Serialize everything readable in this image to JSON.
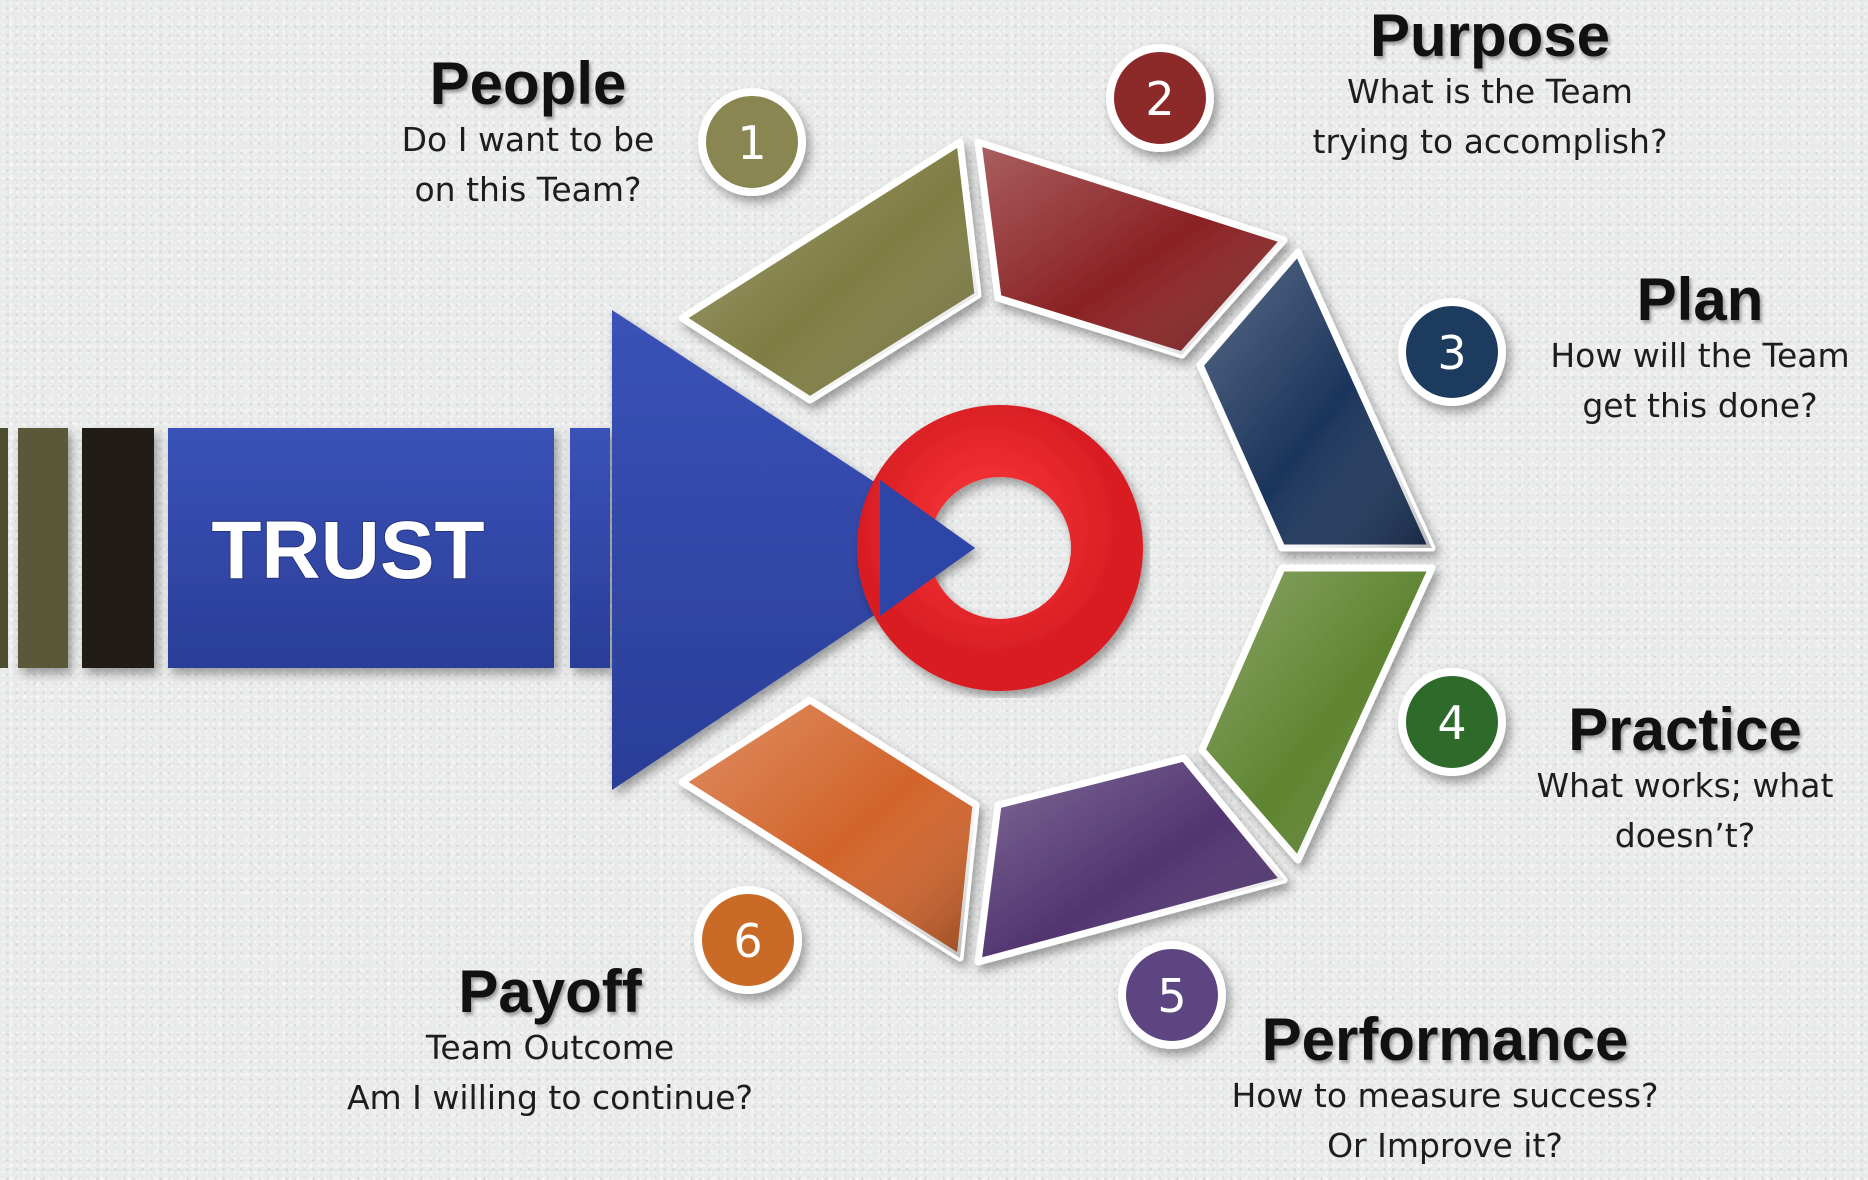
{
  "arrow": {
    "label": "TRUST",
    "color": "#2e45a8",
    "stripe_colors": [
      "#5a5838",
      "#201f17"
    ]
  },
  "ring": {
    "color": "#e8252b"
  },
  "steps": [
    {
      "number": "1",
      "title": "People",
      "lines": [
        "Do I want to be",
        "on this Team?"
      ],
      "color": "#7f7d43",
      "badge_color": "#8a8651"
    },
    {
      "number": "2",
      "title": "Purpose",
      "lines": [
        "What is the Team",
        "trying to accomplish?"
      ],
      "color": "#8a2224",
      "badge_color": "#8c2b2c"
    },
    {
      "number": "3",
      "title": "Plan",
      "lines": [
        "How will the Team",
        "get this done?"
      ],
      "color": "#1c355b",
      "badge_color": "#1f3b5e"
    },
    {
      "number": "4",
      "title": "Practice",
      "lines": [
        "What works; what",
        "doesn’t?"
      ],
      "color": "#5e8430",
      "badge_color": "#2d6a2c"
    },
    {
      "number": "5",
      "title": "Performance",
      "lines": [
        "How to measure success?",
        "Or Improve it?"
      ],
      "color": "#513470",
      "badge_color": "#5c4580"
    },
    {
      "number": "6",
      "title": "Payoff",
      "lines": [
        "Team Outcome",
        "Am I willing to continue?"
      ],
      "color": "#d2642a",
      "badge_color": "#c96a27"
    }
  ]
}
